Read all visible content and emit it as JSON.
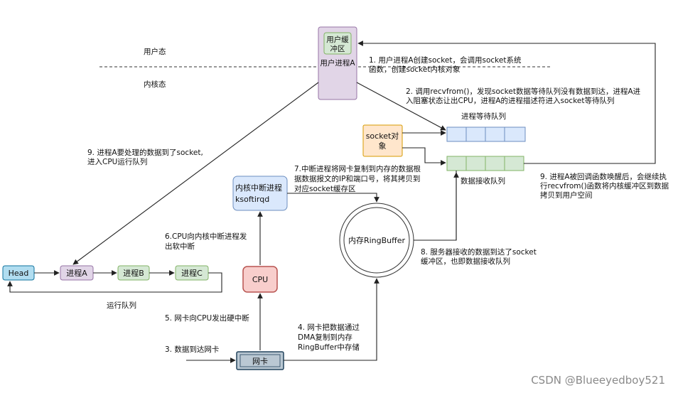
{
  "zones": {
    "user_space": "用户态",
    "kernel_space": "内核态"
  },
  "nodes": {
    "user_buffer_line1": "用户缓",
    "user_buffer_line2": "冲区",
    "user_process_a": "用户进程A",
    "socket_object_line1": "socket对",
    "socket_object_line2": "象",
    "kernel_interrupt_line1": "内核中断进程",
    "kernel_interrupt_line2": "ksoftirqd",
    "cpu": "CPU",
    "nic": "网卡",
    "ringbuffer": "内存RingBuffer",
    "head": "Head",
    "process_a": "进程A",
    "process_b": "进程B",
    "process_c": "进程C"
  },
  "queues": {
    "wait_queue": "进程等待队列",
    "receive_queue": "数据接收队列",
    "run_queue": "运行队列"
  },
  "steps": {
    "s1_line1": "1. 用户进程A创建socket，会调用socket系统",
    "s1_line2": "函数，创建socket内核对象",
    "s2_line1": "2. 调用recvfrom()，发现socket数据等待队列没有数据到达，进程A进",
    "s2_line2": "入阻塞状态让出CPU，进程A的进程描述符进入socket等待队列",
    "s3": "3. 数据到达网卡",
    "s4_line1": "4. 网卡把数据通过",
    "s4_line2": "DMA复制到内存",
    "s4_line3": "RingBuffer中存储",
    "s5": "5. 网卡向CPU发出硬中断",
    "s6_line1": "6.CPU向内核中断进程发",
    "s6_line2": "出软中断",
    "s7_line1": "7.中断进程将网卡复制到内存的数据根",
    "s7_line2": "据数据报文的IP和端口号，将其拷贝到",
    "s7_line3": "对应socket缓存区",
    "s8_line1": "8. 服务器接收的数据到达了socket",
    "s8_line2": "缓冲区，也即数据接收队列",
    "s9a_line1": "9. 进程A要处理的数据到了socket,",
    "s9a_line2": "进入CPU运行队列",
    "s9b_line1": "9. 进程A被回调函数唤醒后，会继续执",
    "s9b_line2": "行recvfrom()函数将内核缓冲区到数据",
    "s9b_line3": "拷贝到用户空间"
  },
  "watermark": "CSDN @Blueeyedboy521",
  "colors": {
    "user_process_fill": "#e1d5e7",
    "user_process_stroke": "#9673a6",
    "buffer_fill": "#d5e8d4",
    "buffer_stroke": "#82b366",
    "socket_fill": "#ffe6cc",
    "socket_stroke": "#d79b00",
    "kernel_fill": "#dae8fc",
    "kernel_stroke": "#6c8ebf",
    "cpu_fill": "#f8cecc",
    "cpu_stroke": "#b85450",
    "nic_fill": "#bac8d3",
    "nic_stroke": "#23445d",
    "head_fill": "#b1ddf0",
    "head_stroke": "#10739e"
  }
}
